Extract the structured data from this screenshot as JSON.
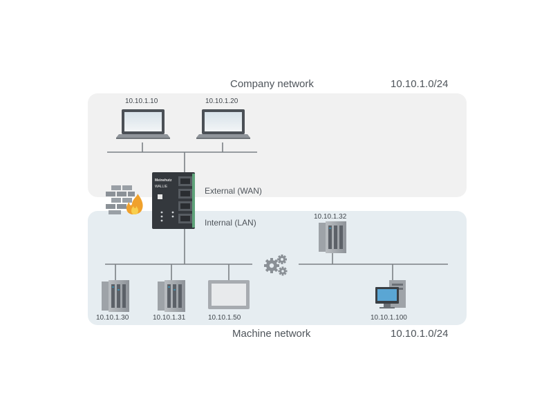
{
  "company_network": {
    "title": "Company network",
    "subnet": "10.10.1.0/24",
    "devices": [
      {
        "type": "laptop",
        "ip": "10.10.1.10"
      },
      {
        "type": "laptop",
        "ip": "10.10.1.20"
      }
    ]
  },
  "router": {
    "brand": "Meinehutz",
    "model": "WALLIE",
    "external_label": "External (WAN)",
    "internal_label": "Internal (LAN)"
  },
  "machine_network": {
    "title": "Machine network",
    "subnet": "10.10.1.0/24",
    "devices": [
      {
        "type": "plc",
        "ip": "10.10.1.30"
      },
      {
        "type": "plc",
        "ip": "10.10.1.31"
      },
      {
        "type": "hmi-panel",
        "ip": "10.10.1.50"
      },
      {
        "type": "plc",
        "ip": "10.10.1.32"
      },
      {
        "type": "workstation",
        "ip": "10.10.1.100"
      }
    ]
  },
  "icons": [
    "firewall-icon",
    "gears-icon"
  ],
  "colors": {
    "company_bg": "#f1f1f1",
    "machine_bg": "#e6edf1",
    "line": "#7b8085",
    "router_accent": "#5fa37a"
  }
}
